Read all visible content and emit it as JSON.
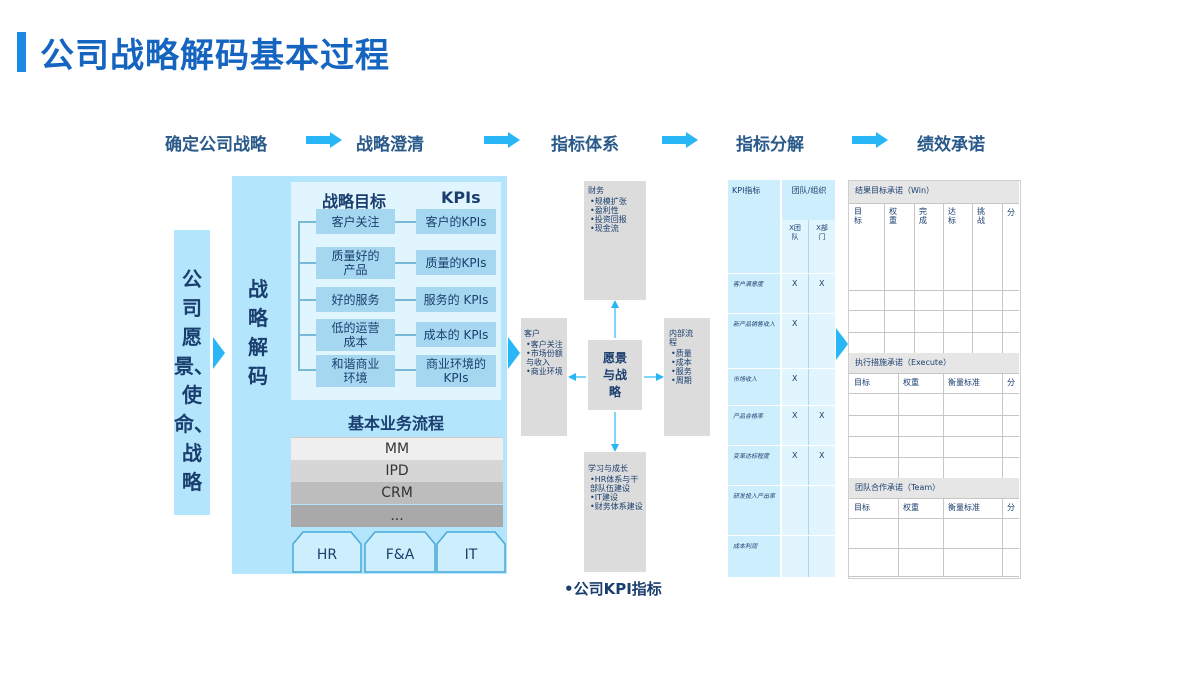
{
  "page": {
    "title": "公司战略解码基本过程"
  },
  "steps": [
    "确定公司战略",
    "战略澄清",
    "指标体系",
    "指标分解",
    "绩效承诺"
  ],
  "vision": {
    "label": "公司愿景、使命、战略",
    "chars": [
      "公",
      "司",
      "愿",
      "景、",
      "使",
      "命、",
      "战",
      "略"
    ]
  },
  "decode": {
    "chars": [
      "战",
      "略",
      "解",
      "码"
    ],
    "goals_header": "战略目标",
    "kpis_header": "KPIs",
    "rows": [
      {
        "goal": "客户关注",
        "kpi": "客户的KPIs"
      },
      {
        "goal": "质量好的产品",
        "kpi": "质量的KPIs"
      },
      {
        "goal": "好的服务",
        "kpi": "服务的 KPIs"
      },
      {
        "goal": "低的运营成本",
        "kpi": "成本的 KPIs"
      },
      {
        "goal": "和谐商业环境",
        "kpi": "商业环境的KPIs"
      }
    ],
    "process_title": "基本业务流程",
    "processes": [
      "MM",
      "IPD",
      "CRM",
      "..."
    ],
    "supports": [
      "HR",
      "F&A",
      "IT"
    ]
  },
  "bsc": {
    "finance": {
      "title": "财务",
      "items": [
        "•规模扩张",
        "•盈利性",
        "•投资回报",
        "•现金流"
      ]
    },
    "customer": {
      "title": "客户",
      "items": [
        "•客户关注",
        "•市场份额与收入",
        "•商业环境"
      ]
    },
    "center": "愿景与战略",
    "internal": {
      "title": "内部流程",
      "items": [
        "•质量",
        "•成本",
        "•服务",
        "•周期"
      ]
    },
    "learning": {
      "title": "学习与成长",
      "items": [
        "•HR体系与干部队伍建设",
        "•IT建设",
        "•财务体系建设"
      ]
    },
    "caption": "•公司KPI指标"
  },
  "decomp": {
    "header_kpi": "KPI指标",
    "header_team": "团队/组织",
    "sub_a": "X团队",
    "sub_b": "X部门",
    "rows": [
      {
        "name": "客户满意度",
        "a": "X",
        "b": "X"
      },
      {
        "name": "新产品销售收入",
        "a": "X",
        "b": ""
      },
      {
        "name": "市场收入",
        "a": "X",
        "b": ""
      },
      {
        "name": "产品合格率",
        "a": "X",
        "b": "X"
      },
      {
        "name": "变革达标程度",
        "a": "X",
        "b": "X"
      },
      {
        "name": "研发投入产出率",
        "a": "",
        "b": ""
      },
      {
        "name": "成本利润",
        "a": "",
        "b": ""
      }
    ]
  },
  "commit": {
    "win": {
      "title": "结果目标承诺（Win）",
      "cols": [
        "目标",
        "权重",
        "完成",
        "达标",
        "挑战",
        "分"
      ]
    },
    "execute": {
      "title": "执行措施承诺（Execute）",
      "cols": [
        "目标",
        "权重",
        "衡量标准",
        "分"
      ]
    },
    "team": {
      "title": "团队合作承诺（Team）",
      "cols": [
        "目标",
        "权重",
        "衡量标准",
        "分"
      ]
    }
  },
  "colors": {
    "accent": "#1e88e5",
    "panel": "#b3e5fc",
    "arrow": "#29b6f6"
  }
}
